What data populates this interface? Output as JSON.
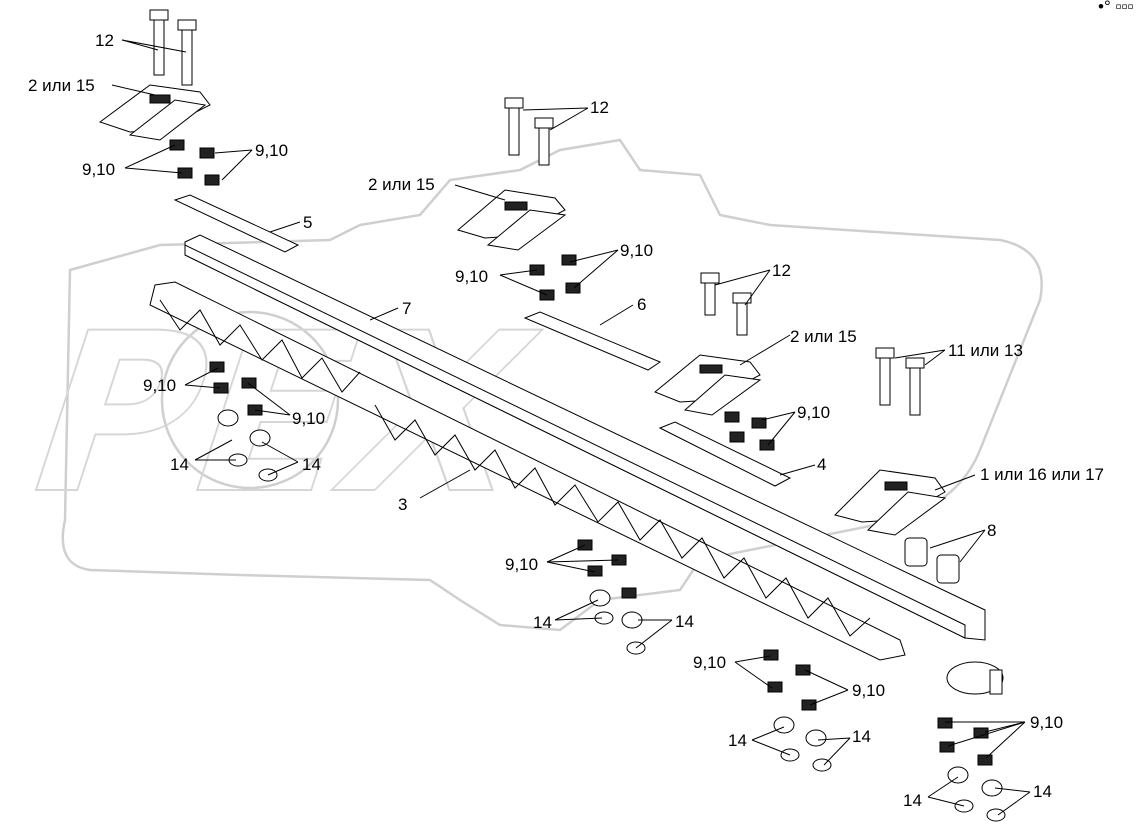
{
  "corner_mark": "•° ▫▫▫",
  "labels": {
    "bolt_top_left": "12",
    "guard_top_left": "2 или 15",
    "washers_tl_right": "9,10",
    "washers_tl_left": "9,10",
    "plate_5": "5",
    "bar_7": "7",
    "bolt_center": "12",
    "guard_center": "2 или 15",
    "washers_center_right": "9,10",
    "washers_center_left": "9,10",
    "plate_6": "6",
    "bolt_right": "12",
    "guard_right": "2 или 15",
    "bolt_far_right": "11 или 13",
    "washers_right": "9,10",
    "plate_4": "4",
    "guard_far_right": "1 или 16 или 17",
    "spacer_8": "8",
    "washers_left_upper": "9,10",
    "washers_left_lower": "9,10",
    "nuts_left_a": "14",
    "nuts_left_b": "14",
    "knife_3": "3",
    "washers_bottom_center": "9,10",
    "nuts_bottom_center_a": "14",
    "nuts_bottom_center_b": "14",
    "washers_bottom_right_a": "9,10",
    "washers_bottom_right_b": "9,10",
    "nuts_bottom_right_a": "14",
    "nuts_bottom_right_b": "14",
    "washers_far_right": "9,10",
    "nuts_far_right_a": "14",
    "nuts_far_right_b": "14"
  }
}
